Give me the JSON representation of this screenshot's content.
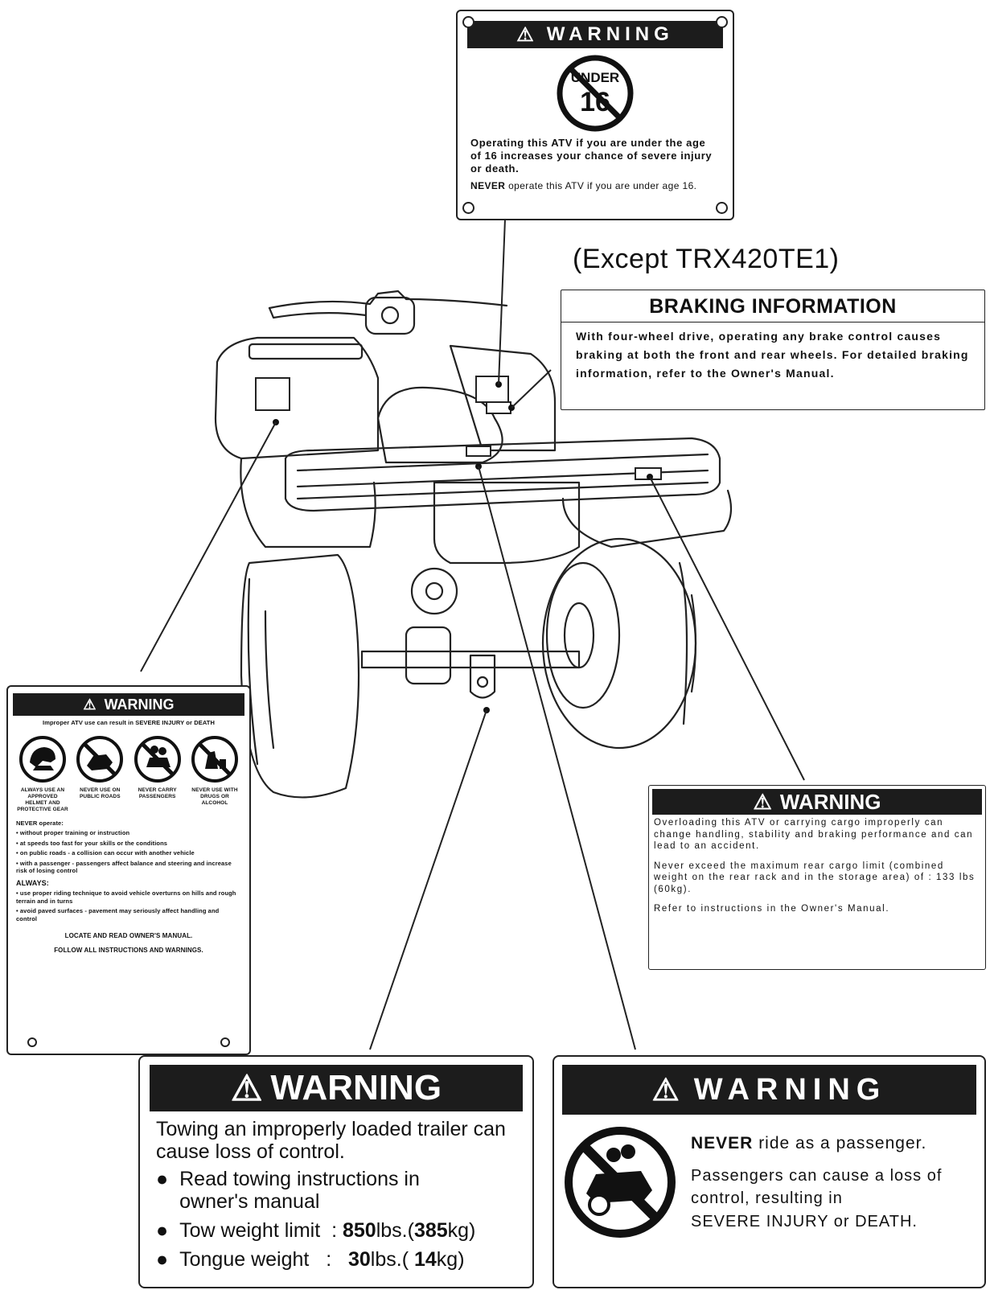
{
  "under16": {
    "header": "WARNING",
    "icon_top": "UNDER",
    "icon_num": "16",
    "text1": "Operating this ATV if you are under the age of 16 increases your chance of severe injury or death.",
    "text2_strong": "NEVER",
    "text2_rest": " operate this ATV if you are under age 16."
  },
  "except_caption": "(Except TRX420TE1)",
  "braking": {
    "title": "BRAKING INFORMATION",
    "text": "With four-wheel drive, operating any brake control causes braking at both the front and rear wheels. For detailed braking information, refer to the Owner's Manual."
  },
  "general": {
    "header": "WARNING",
    "subtitle": "Improper ATV use can result in SEVERE INJURY or DEATH",
    "icons": [
      {
        "name": "helmet-icon",
        "caption": "ALWAYS USE AN APPROVED HELMET AND PROTECTIVE GEAR"
      },
      {
        "name": "no-public-roads-icon",
        "caption": "NEVER USE ON PUBLIC ROADS"
      },
      {
        "name": "no-passengers-icon",
        "caption": "NEVER CARRY PASSENGERS"
      },
      {
        "name": "no-drugs-alcohol-icon",
        "caption": "NEVER USE WITH DRUGS OR ALCOHOL"
      }
    ],
    "never_title": "NEVER operate:",
    "never_items": [
      "• without proper training or instruction",
      "• at speeds too fast for your skills or the conditions",
      "• on public roads - a collision can occur with another vehicle",
      "• with a passenger - passengers affect balance and steering and increase risk of losing control"
    ],
    "always_title": "ALWAYS:",
    "always_items": [
      "• use proper riding technique to avoid vehicle overturns on hills and rough terrain and in turns",
      "• avoid paved surfaces - pavement may seriously affect handling and control"
    ],
    "footer1": "LOCATE AND READ OWNER'S MANUAL.",
    "footer2": "FOLLOW ALL INSTRUCTIONS AND WARNINGS."
  },
  "cargo": {
    "header": "WARNING",
    "text1": "Overloading this ATV or carrying cargo improperly can change handling, stability and braking performance and can lead to an accident.",
    "text2": "Never exceed the maximum rear cargo limit (combined weight on the rear rack and in the storage area) of : 133 lbs (60kg).",
    "text3": "Refer to instructions in the Owner's Manual."
  },
  "towing": {
    "header": "WARNING",
    "intro": "Towing an improperly loaded trailer can cause loss of control.",
    "b1": "Read towing instructions in owner's manual",
    "b2_label": "Tow weight limit",
    "b2_sep": ":",
    "b2_val1": "850",
    "b2_unit1": "lbs.(",
    "b2_val2": "385",
    "b2_unit2": "kg)",
    "b3_label": "Tongue weight",
    "b3_sep": ":",
    "b3_val1": "30",
    "b3_unit1": "lbs.(",
    "b3_val2": "14",
    "b3_unit2": "kg)"
  },
  "passenger": {
    "header": "WARNING",
    "line1_strong": "NEVER",
    "line1_rest": " ride as a passenger.",
    "line2": "Passengers can cause a loss of control, resulting in",
    "line3": "SEVERE INJURY or DEATH."
  }
}
